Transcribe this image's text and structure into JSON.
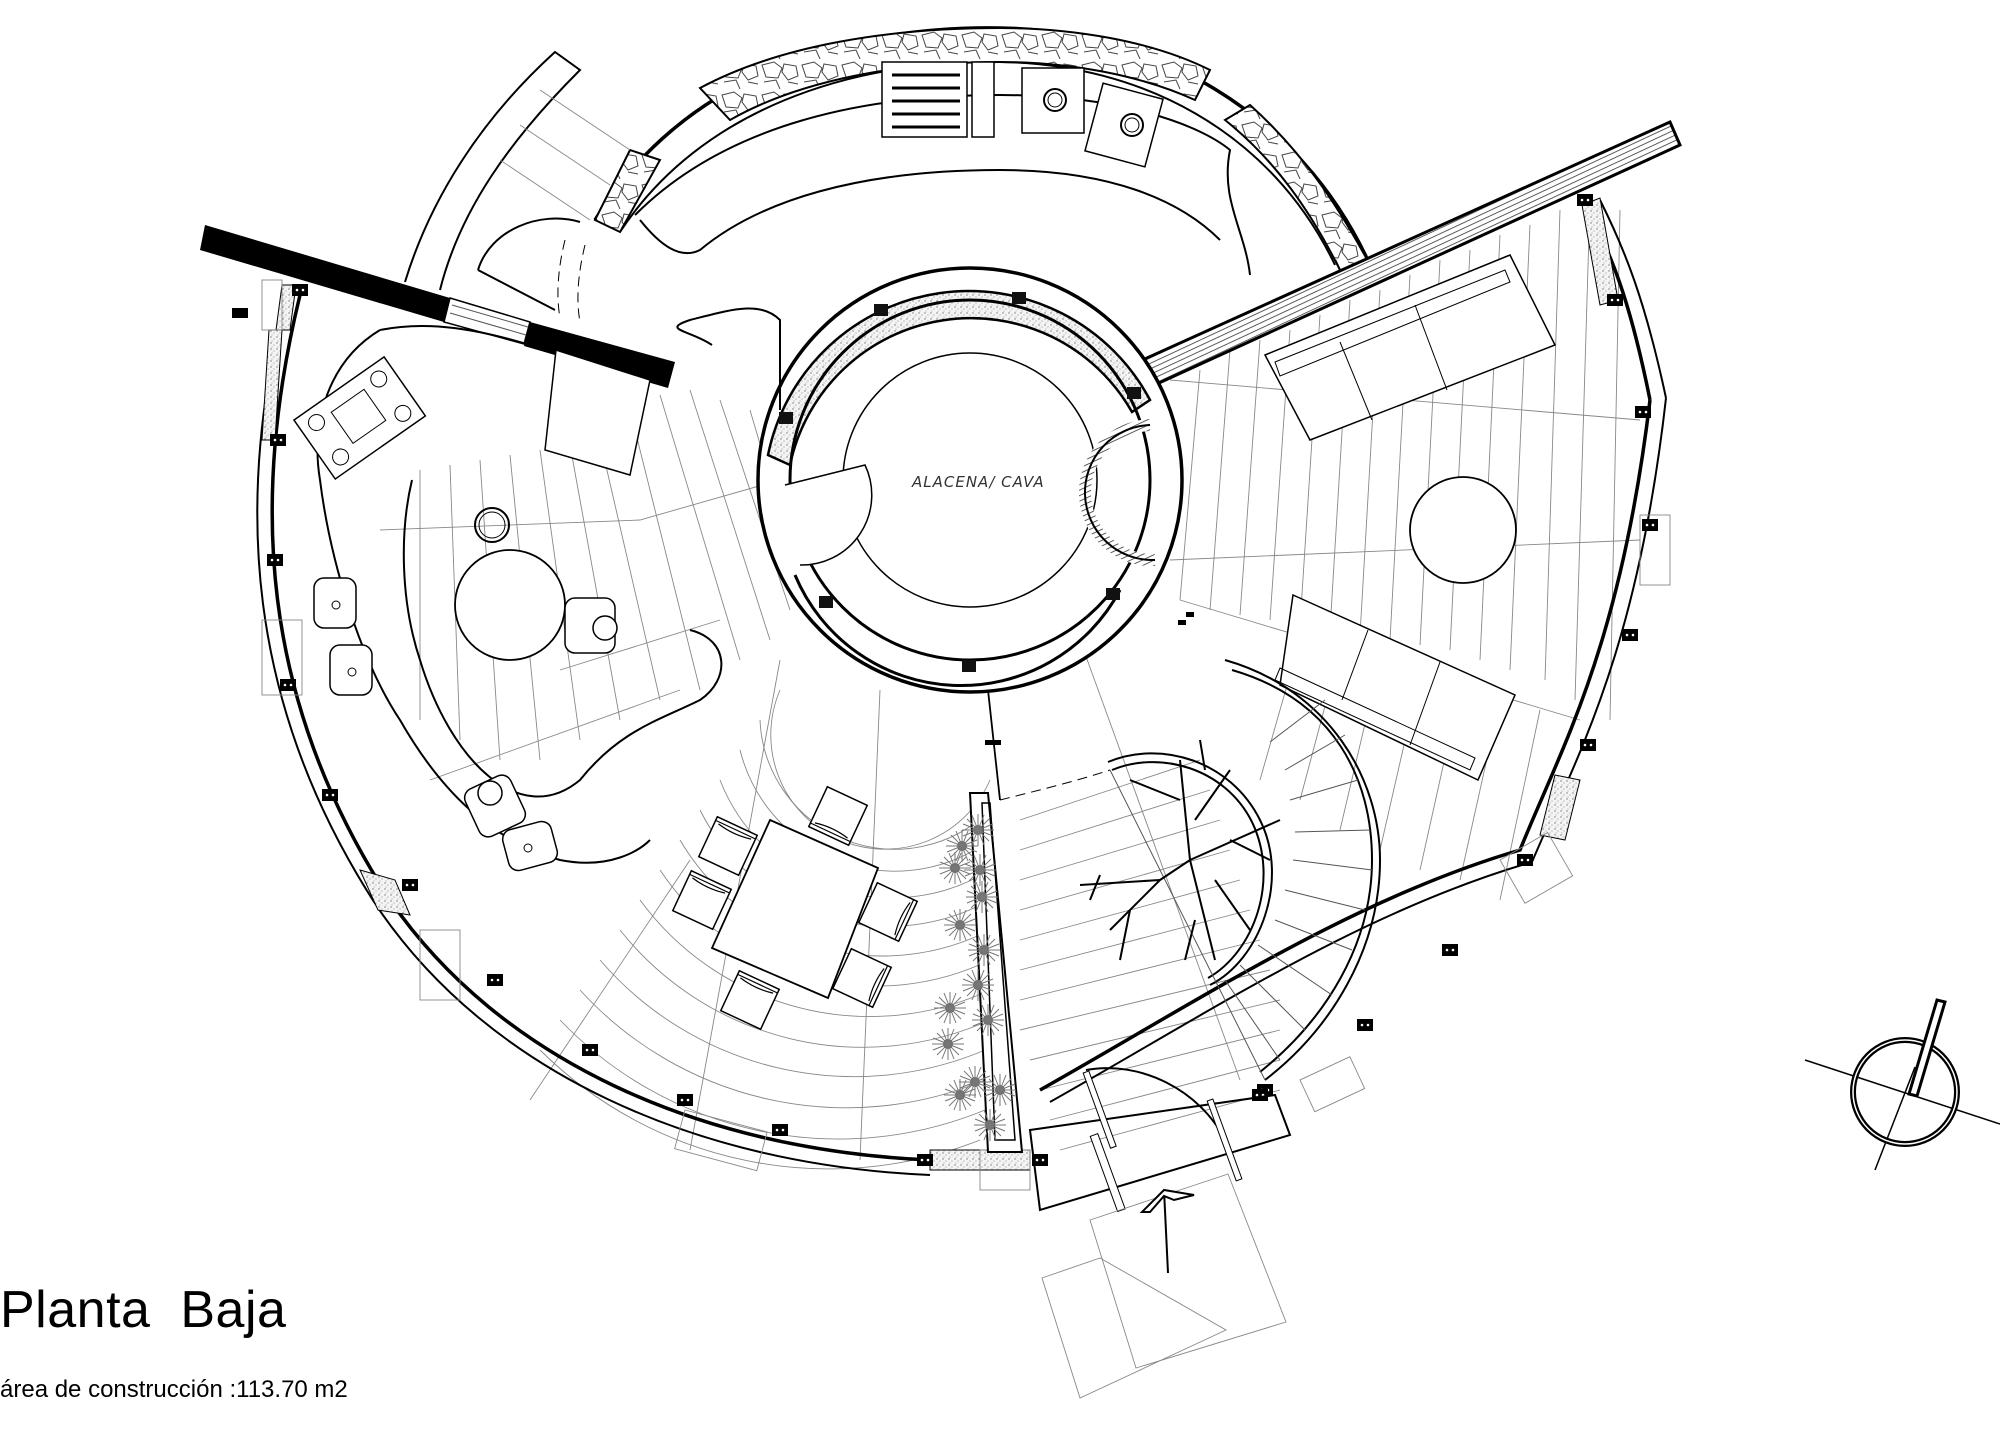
{
  "drawing": {
    "title": "Planta  Baja",
    "subtitle": "área de construcción :113.70 m2",
    "area_value": "113.70",
    "area_unit": "m2",
    "center_room_label": "ALACENA/ CAVA"
  },
  "symbols": {
    "north_arrow": "north-arrow-icon",
    "entry_arrow": "entry-arrow-icon"
  },
  "colors": {
    "line": "#000000",
    "hatch": "#888888",
    "background": "#ffffff"
  }
}
